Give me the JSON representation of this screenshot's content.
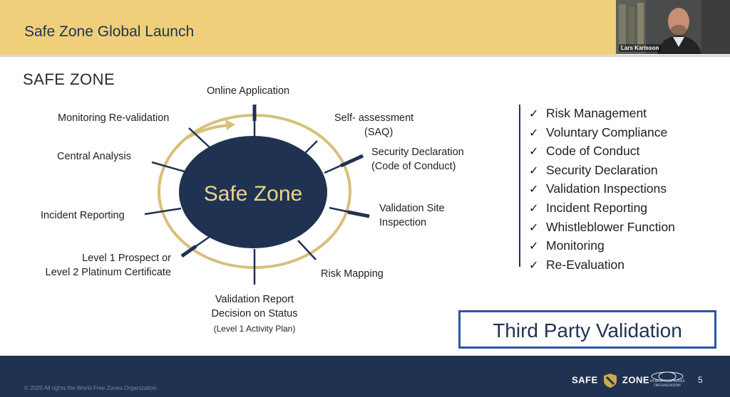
{
  "slide": {
    "title": "Safe Zone Global Launch",
    "section_heading": "SAFE ZONE"
  },
  "webcam": {
    "participant_name": "Lars Karlsson"
  },
  "diagram": {
    "center_label": "Safe Zone",
    "spokes": {
      "online_application": "Online Application",
      "self_assessment_1": "Self- assessment",
      "self_assessment_2": "(SAQ)",
      "security_declaration_1": "Security Declaration",
      "security_declaration_2": "(Code of Conduct)",
      "validation_site_1": "Validation Site",
      "validation_site_2": "Inspection",
      "risk_mapping": "Risk Mapping",
      "validation_report_1": "Validation Report",
      "validation_report_2": "Decision on Status",
      "validation_report_3": "(Level 1 Activity Plan)",
      "level_cert_1": "Level 1 Prospect or",
      "level_cert_2": "Level 2 Platinum Certificate",
      "incident_reporting": "Incident Reporting",
      "central_analysis": "Central Analysis",
      "monitoring_revalidation": "Monitoring Re-validation"
    }
  },
  "checklist": {
    "items": [
      "Risk Management",
      "Voluntary Compliance",
      "Code of Conduct",
      "Security Declaration",
      "Validation Inspections",
      "Incident Reporting",
      "Whistleblower Function",
      "Monitoring",
      "Re-Evaluation"
    ]
  },
  "third_party_box": "Third Party Validation",
  "footer": {
    "copyright": "© 2020 All rights the World Free Zones Organization",
    "logo_left": "SAFE",
    "logo_right": "ZONE",
    "wfzo_line1": "WORLD FREE ZONES",
    "wfzo_line2": "ORGANIZATION",
    "page_number": "5"
  },
  "colors": {
    "header_gold": "#f0cf7a",
    "navy": "#1f3251",
    "ring_gold": "#d8c07a",
    "box_blue": "#2e55a6"
  }
}
